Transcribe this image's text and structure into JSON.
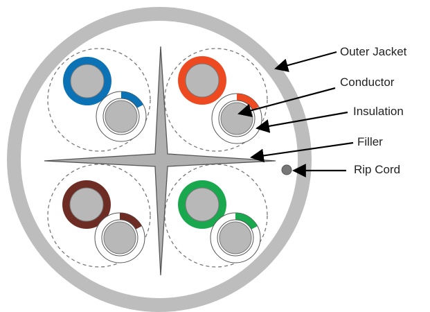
{
  "labels": {
    "outer_jacket": "Outer Jacket",
    "conductor": "Conductor",
    "insulation": "Insulation",
    "filler": "Filler",
    "rip_cord": "Rip Cord"
  },
  "pairs": [
    {
      "name": "blue-pair",
      "color": "#0a72b5"
    },
    {
      "name": "orange-pair",
      "color": "#ee4a22"
    },
    {
      "name": "brown-pair",
      "color": "#6d2d25"
    },
    {
      "name": "green-pair",
      "color": "#1aa84e"
    }
  ],
  "colors": {
    "jacket": "#bdbdbd",
    "inner": "#ffffff",
    "conductor": "#b8b8b8",
    "conductor_stroke": "#777777",
    "filler": "#b0b0b0",
    "filler_stroke": "#555555",
    "rip_cord": "#777777",
    "arrow": "#000000",
    "dashed": "#777777",
    "text": "#222222"
  }
}
